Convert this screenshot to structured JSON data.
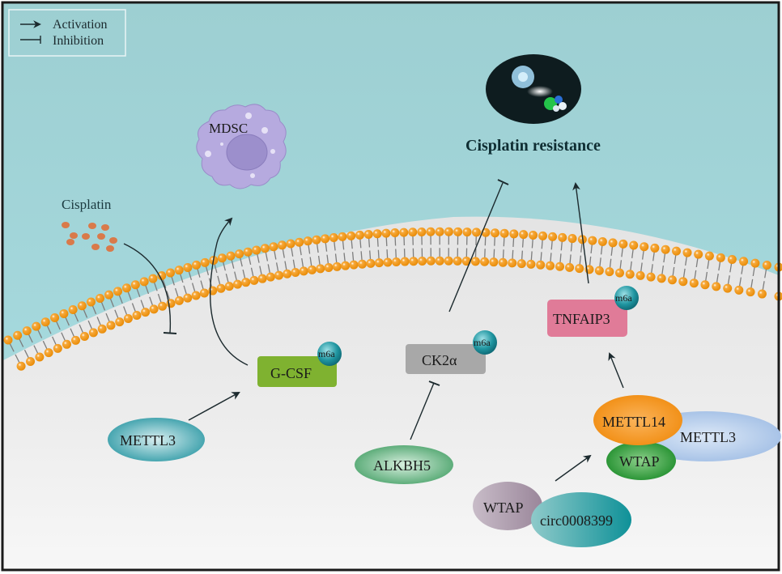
{
  "legend": {
    "activation_label": "Activation",
    "inhibition_label": "Inhibition"
  },
  "labels": {
    "mdsc": "MDSC",
    "cisplatin": "Cisplatin",
    "cisplatin_resistance": "Cisplatin resistance",
    "gcsf": "G-CSF",
    "ck2a": "CK2α",
    "tnfaip3": "TNFAIP3",
    "m6a": "m6a",
    "mettl3_left": "METTL3",
    "alkbh5": "ALKBH5",
    "mettl14": "METTL14",
    "mettl3_right": "METTL3",
    "wtap_complex": "WTAP",
    "wtap_circ": "WTAP",
    "circ": "circ0008399"
  },
  "colors": {
    "extracellular_top": "#9fd0d3",
    "extracellular_bottom": "#a9dde2",
    "cytoplasm": "#e9e9e9",
    "lipid_head": "#f0920e",
    "gcsf": "#7fb230",
    "ck2a": "#a9a9a9",
    "tnfaip3": "#e07b98",
    "m6a": "#1b8a95",
    "mettl3": "#2a9aa6",
    "alkbh5": "#4aa36d",
    "mettl14": "#f28a12",
    "mettl3_right": "#a8c2e6",
    "wtap_green": "#1f8c2d",
    "wtap_mauve": "#a898a8",
    "circ": "#2c9ea3",
    "mdsc": "#b5a9dd",
    "cisplatin_particles": "#d97a4a"
  }
}
